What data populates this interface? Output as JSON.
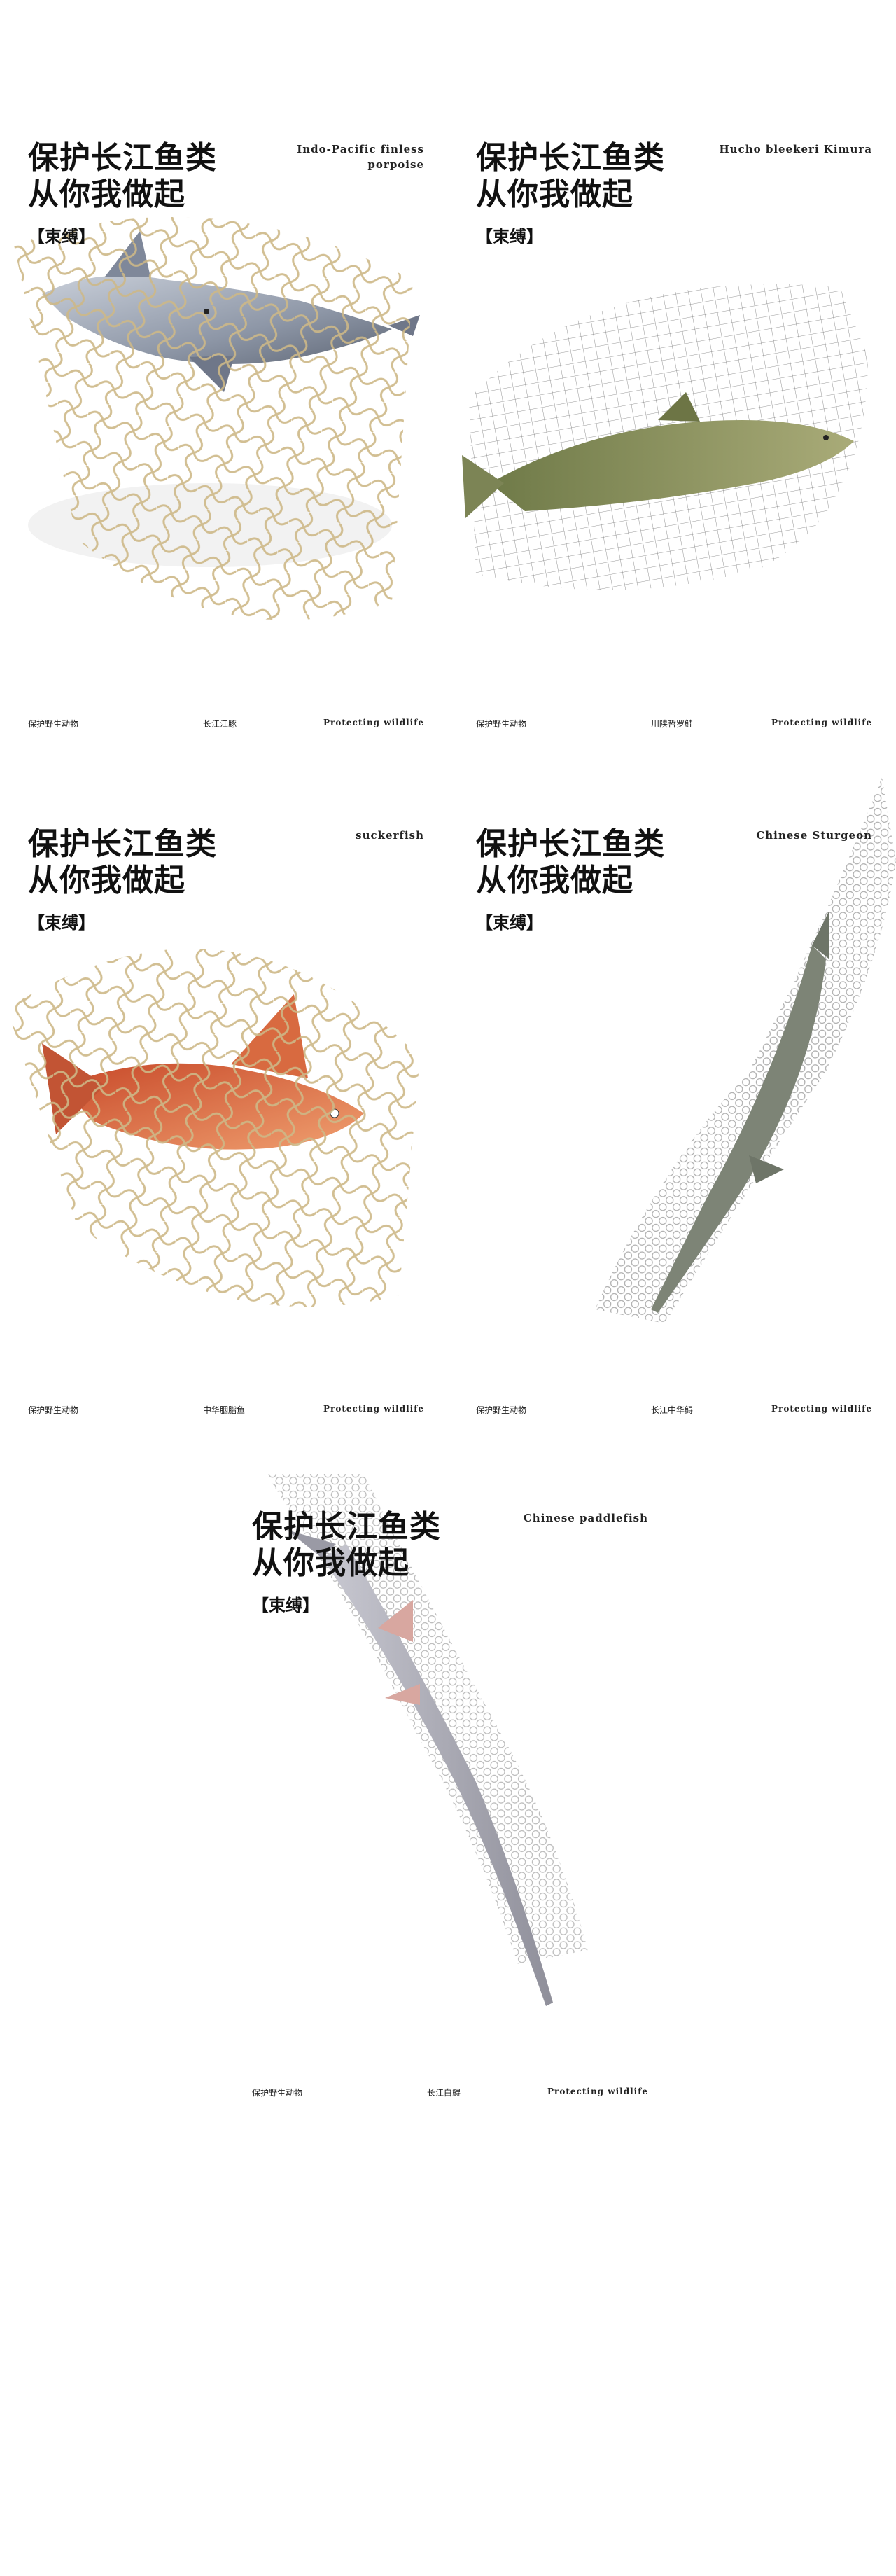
{
  "common": {
    "headline_line1": "保护长江鱼类",
    "headline_line2": "从你我做起",
    "tag": "【束缚】",
    "footer_left": "保护野生动物",
    "footer_right": "Protecting wildlife"
  },
  "posters": [
    {
      "english_name_line1": "Indo-Pacific finless",
      "english_name_line2": "porpoise",
      "chinese_name": "长江江豚",
      "fish_color": "#9aa3b2",
      "net_color": "#cdb887"
    },
    {
      "english_name_line1": "Hucho bleekeri Kimura",
      "english_name_line2": "",
      "chinese_name": "川陕哲罗鲑",
      "fish_color": "#8b8f5a",
      "net_color": "#555555"
    },
    {
      "english_name_line1": "suckerfish",
      "english_name_line2": "",
      "chinese_name": "中华胭脂鱼",
      "fish_color": "#d9673a",
      "net_color": "#cdb887"
    },
    {
      "english_name_line1": "Chinese Sturgeon",
      "english_name_line2": "",
      "chinese_name": "长江中华鲟",
      "fish_color": "#7d8476",
      "net_color": "#777777"
    },
    {
      "english_name_line1": "Chinese paddlefish",
      "english_name_line2": "",
      "chinese_name": "长江白鲟",
      "fish_color": "#a7a9b3",
      "net_color": "#777777"
    }
  ]
}
